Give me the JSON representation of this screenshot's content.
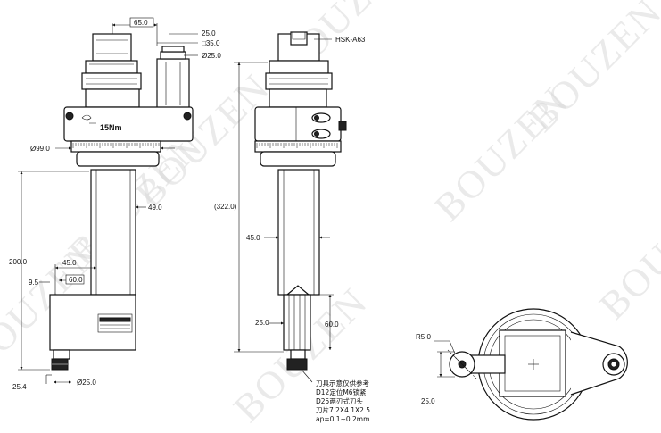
{
  "watermark": "BOUZEN",
  "torque_label": "15Nm",
  "dimensions": {
    "top_width": "65.0",
    "d_25_top": "25.0",
    "square": "□35.0",
    "dia_25": "Ø25.0",
    "dia_99": "Ø99.0",
    "d_49": "49.0",
    "d_200": "200.0",
    "d_45_left": "45.0",
    "d_9_5": "9.5",
    "d_60_left": "60.0",
    "d_25_4": "25.4",
    "dia_25_bottom": "Ø25.0",
    "hsk": "HSK-A63",
    "overall": "(322.0)",
    "d_45_mid": "45.0",
    "d_25_mid": "25.0",
    "d_60_mid": "60.0",
    "r5": "R5.0",
    "d_25_right": "25.0"
  },
  "notes": [
    "刀具示意仅供参考",
    "D12定位M6锁紧",
    "D25两刃式刀头",
    "刀片7.2X4.1X2.5",
    "ap=0.1~0.2mm"
  ]
}
